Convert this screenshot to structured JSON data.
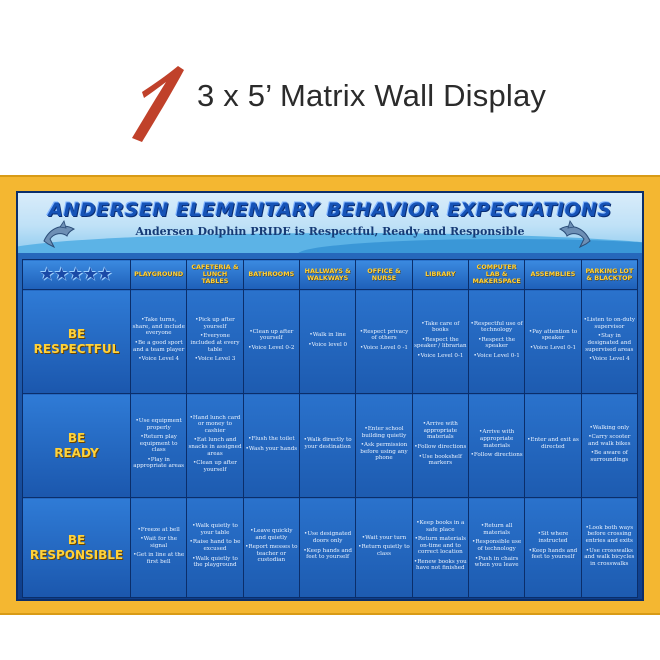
{
  "header": {
    "numeral": "1",
    "caption": "3 x 5’ Matrix Wall Display"
  },
  "poster": {
    "title": "ANDERSEN ELEMENTARY BEHAVIOR EXPECTATIONS",
    "subtitle": "Andersen Dolphin PRIDE is Respectful, Ready and Responsible",
    "stars": "★★★★★",
    "columns": [
      "Playground",
      "Cafeteria & Lunch Tables",
      "Bathrooms",
      "Hallways & Walkways",
      "Office & Nurse",
      "Library",
      "Computer Lab & Makerspace",
      "Assemblies",
      "Parking Lot & Blacktop"
    ],
    "rows": [
      {
        "label": [
          "BE",
          "RESPECTFUL"
        ],
        "cells": [
          [
            "•Take turns, share, and include everyone",
            "•Be a good sport and a team player",
            "•Voice Level 4"
          ],
          [
            "•Pick up after yourself",
            "•Everyone included at every table",
            "•Voice Level 3"
          ],
          [
            "•Clean up after yourself",
            "•Voice Level 0-2"
          ],
          [
            "•Walk in line",
            "•Voice level 0"
          ],
          [
            "•Respect privacy of others",
            "•Voice Level 0 -1"
          ],
          [
            "•Take care of books",
            "•Respect the speaker / librarian",
            "•Voice Level 0-1"
          ],
          [
            "•Respectful use of technology",
            "•Respect the speaker",
            "•Voice Level 0-1"
          ],
          [
            "•Pay attention to speaker",
            "•Voice Level 0-1"
          ],
          [
            "•Listen to on-duty supervisor",
            "•Stay in designated and supervised areas",
            "•Voice Level 4"
          ]
        ]
      },
      {
        "label": [
          "BE",
          "READY"
        ],
        "cells": [
          [
            "•Use equipment properly",
            "•Return play equipment to class",
            "•Play in appropriate areas"
          ],
          [
            "•Hand lunch card or money to cashier",
            "•Eat lunch and snacks in assigned areas",
            "•Clean up after yourself"
          ],
          [
            "•Flush the toilet",
            "•Wash your hands"
          ],
          [
            "•Walk directly to your destination"
          ],
          [
            "•Enter school building quietly",
            "•Ask permission before using any phone"
          ],
          [
            "•Arrive with appropriate materials",
            "•Follow directions",
            "•Use bookshelf markers"
          ],
          [
            "•Arrive with appropriate materials",
            "•Follow directions"
          ],
          [
            "•Enter and exit as directed"
          ],
          [
            "•Walking only",
            "•Carry scooter and walk bikes",
            "•Be aware of surroundings"
          ]
        ]
      },
      {
        "label": [
          "BE",
          "RESPONSIBLE"
        ],
        "cells": [
          [
            "•Freeze at bell",
            "•Wait for the signal",
            "•Get in line at the first bell"
          ],
          [
            "•Walk quietly to your table",
            "•Raise hand to be excused",
            "•Walk quietly to the playground"
          ],
          [
            "•Leave quickly and quietly",
            "•Report messes to teacher or custodian"
          ],
          [
            "•Use designated doors only",
            "•Keep hands and feet to yourself"
          ],
          [
            "•Wait your turn",
            "•Return quietly to class"
          ],
          [
            "•Keep books in a safe place",
            "•Return materials on-time and to correct location",
            "•Renew books you have not finished"
          ],
          [
            "•Return all materials",
            "•Responsible use of technology",
            "•Push in chairs when you leave"
          ],
          [
            "•Sit where instructed",
            "•Keep hands and feet to yourself"
          ],
          [
            "•Look both ways before crossing entries and exits",
            "•Use crosswalks and walk bicycles in crosswalks"
          ]
        ]
      }
    ]
  },
  "colors": {
    "numeral": "#c0412a",
    "frame": "#f4b731",
    "board": "#1d5bb0",
    "label_gold": "#ffd23a"
  },
  "icons": {
    "dolphins": "dolphin-icon"
  }
}
